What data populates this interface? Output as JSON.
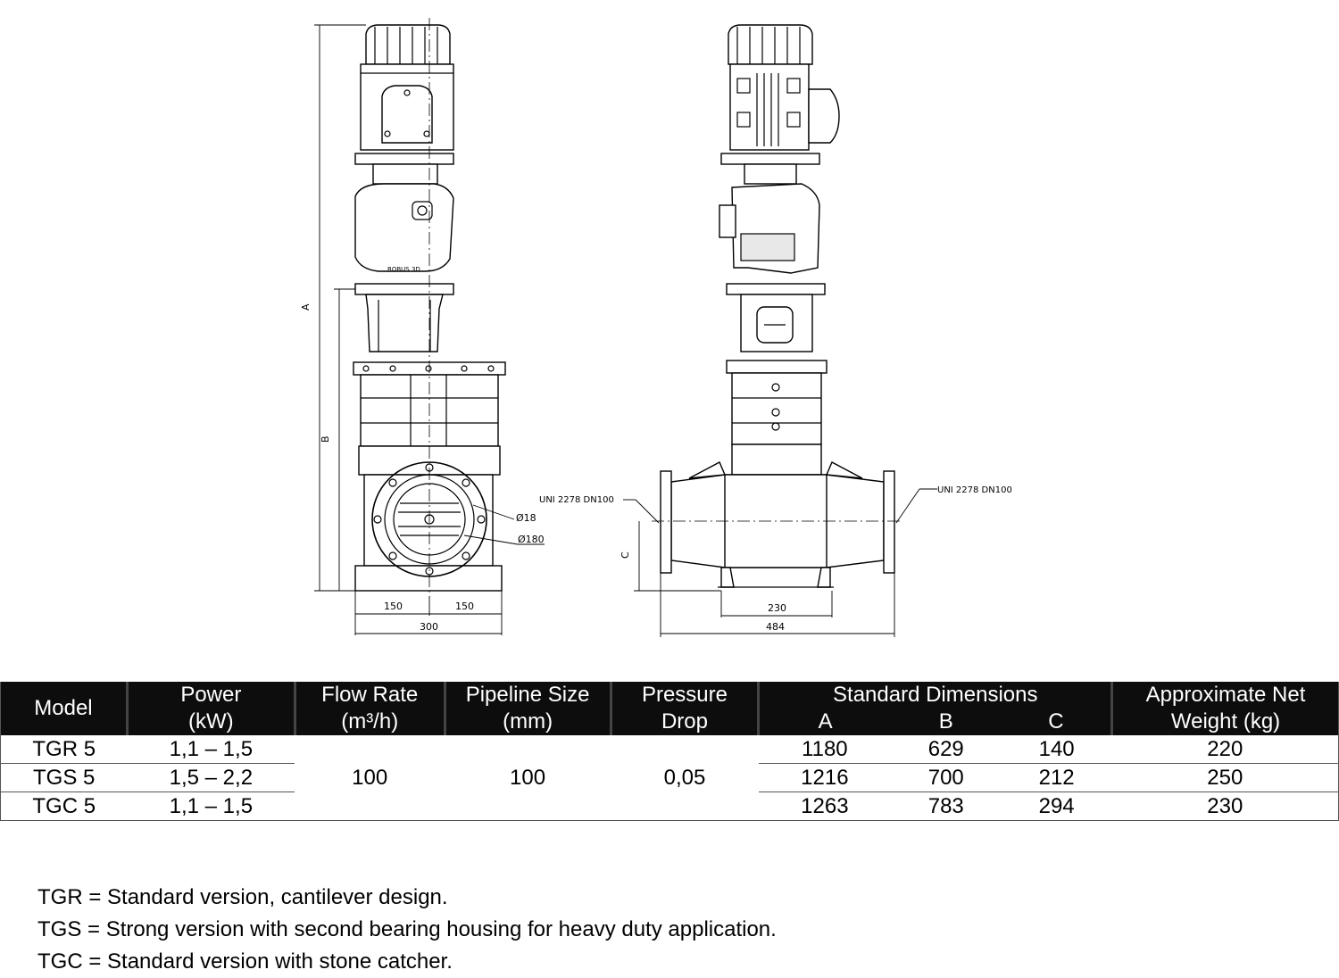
{
  "drawing": {
    "dimensions": {
      "a": "A",
      "b": "B",
      "c": "C",
      "w150_left": "150",
      "w150_right": "150",
      "w300": "300",
      "w230": "230",
      "w484": "484",
      "bolt_hole": "Ø18",
      "bolt_circle": "Ø180",
      "flange_left": "UNI 2278 DN100",
      "flange_right": "UNI 2278 DN100"
    },
    "motor_brand": "ROBUS 3D"
  },
  "table": {
    "headers": {
      "model": "Model",
      "power_1": "Power",
      "power_2": "(kW)",
      "flow_1": "Flow Rate",
      "flow_2": "(m³/h)",
      "pipe_1": "Pipeline Size",
      "pipe_2": "(mm)",
      "drop_1": "Pressure",
      "drop_2": "Drop",
      "std_dims": "Standard Dimensions",
      "dim_a": "A",
      "dim_b": "B",
      "dim_c": "C",
      "weight_1": "Approximate Net",
      "weight_2": "Weight (kg)"
    },
    "shared": {
      "flow_rate": "100",
      "pipeline_size": "100",
      "pressure_drop": "0,05"
    },
    "rows": [
      {
        "model": "TGR 5",
        "power": "1,1 – 1,5",
        "a": "1180",
        "b": "629",
        "c": "140",
        "weight": "220"
      },
      {
        "model": "TGS 5",
        "power": "1,5 – 2,2",
        "a": "1216",
        "b": "700",
        "c": "212",
        "weight": "250"
      },
      {
        "model": "TGC 5",
        "power": "1,1 – 1,5",
        "a": "1263",
        "b": "783",
        "c": "294",
        "weight": "230"
      }
    ]
  },
  "notes": [
    "TGR = Standard version, cantilever design.",
    "TGS = Strong version with second bearing housing for heavy duty application.",
    "TGC = Standard version with stone catcher."
  ]
}
